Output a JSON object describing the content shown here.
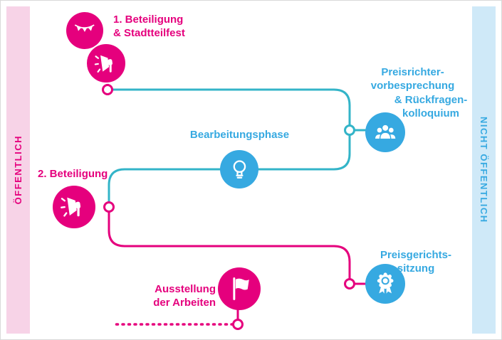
{
  "colors": {
    "pink": "#e5007d",
    "blue": "#36a9e1",
    "teal": "#33b4c8",
    "pink_band_bg": "#f7d3e7",
    "blue_band_bg": "#cfe9f8",
    "canvas_border": "#d9d9d9"
  },
  "bands": {
    "left_label": "ÖFFENTLICH",
    "right_label": "NICHT ÖFFENTLICH"
  },
  "steps": {
    "beteiligung1": {
      "line1": "1. Beteiligung",
      "line2": "& Stadtteilfest",
      "icons": "bunting-icon, megaphone-icon"
    },
    "preisrichter": {
      "line1": "Preisrichter-",
      "line2": "vorbesprechung",
      "line3": "& Rückfragen-",
      "line4": "kolloquium",
      "icon": "jury-icon"
    },
    "bearbeitungsphase": {
      "label": "Bearbeitungsphase",
      "icon": "lightbulb-icon"
    },
    "beteiligung2": {
      "label": "2. Beteiligung",
      "icon": "megaphone-icon"
    },
    "preisgericht": {
      "line1": "Preisgerichts-",
      "line2": "sitzung",
      "icon": "medal-icon"
    },
    "ausstellung": {
      "line1": "Ausstellung",
      "line2": "der Arbeiten",
      "icon": "flag-icon"
    }
  }
}
